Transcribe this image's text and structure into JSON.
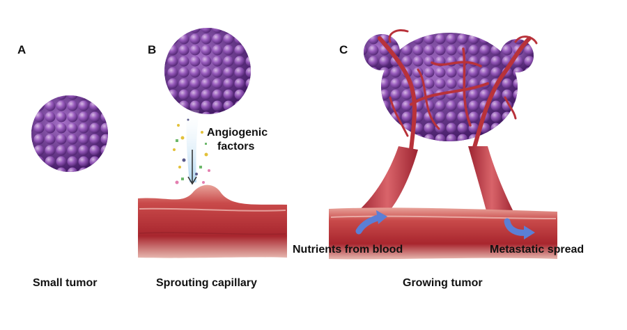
{
  "panels": [
    {
      "letter": "A",
      "caption": "Small tumor"
    },
    {
      "letter": "B",
      "caption": "Sprouting capillary"
    },
    {
      "letter": "C",
      "caption": "Growing tumor"
    }
  ],
  "annotations": {
    "angiogenic_line1": "Angiogenic",
    "angiogenic_line2": "factors",
    "nutrients": "Nutrients from blood",
    "metastatic": "Metastatic spread"
  },
  "colors": {
    "tumor": "#7b3fa0",
    "tumor_highlight": "#c59ad8",
    "vessel": "#b8323a",
    "vessel_light": "#e98a8a",
    "arrow_blue": "#5b7fd6"
  }
}
